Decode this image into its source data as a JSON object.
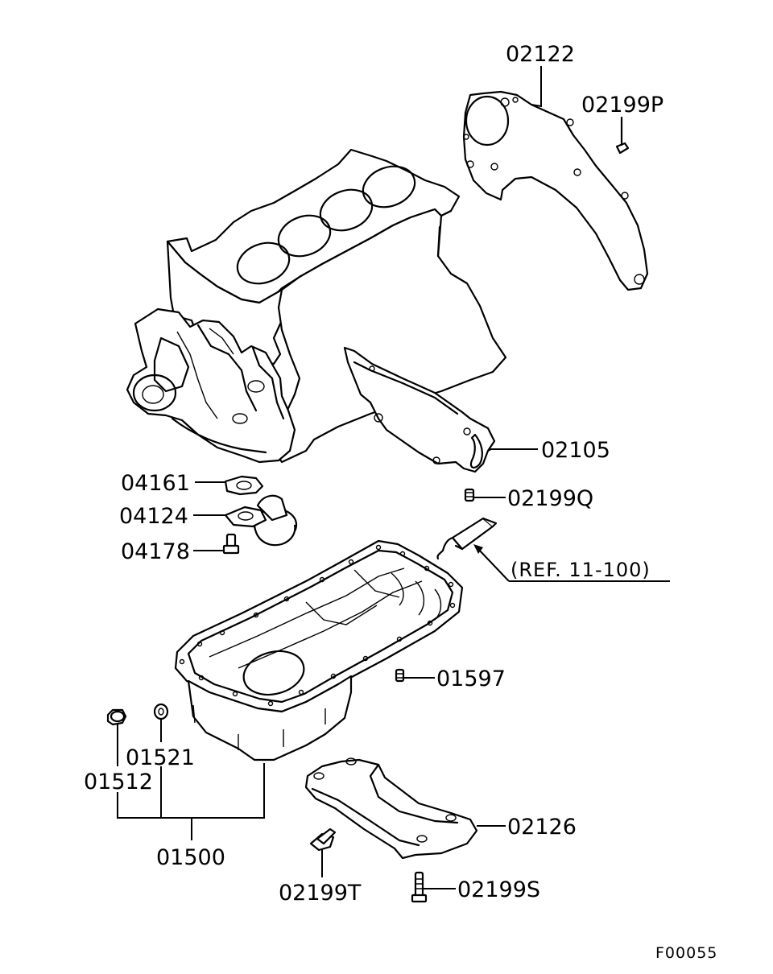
{
  "figure_id": "F00055",
  "reference_label": "(REF. 11-100)",
  "parts": {
    "adapter_plate": "02122",
    "bolt_adapter_plate": "02199P",
    "rear_plate": "02105",
    "bolt_rear_plate": "02199Q",
    "strainer_gasket": "04161",
    "oil_strainer": "04124",
    "bolt_strainer": "04178",
    "bolt_oil_pan": "01597",
    "drain_gasket": "01521",
    "drain_plug": "01512",
    "oil_pan_assy": "01500",
    "stiffener": "02126",
    "bolt_stiffener_t": "02199T",
    "bolt_stiffener_s": "02199S"
  }
}
